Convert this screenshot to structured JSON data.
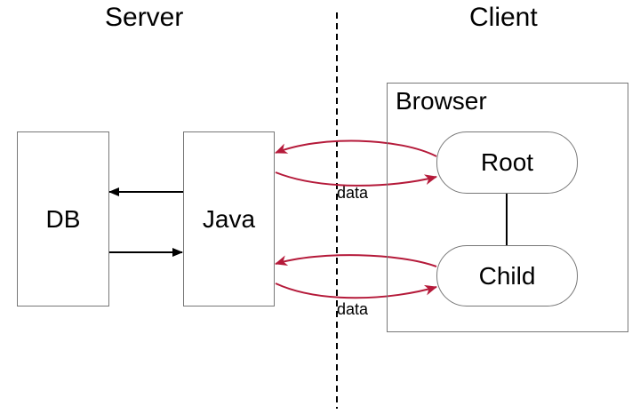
{
  "sections": {
    "server": "Server",
    "client": "Client"
  },
  "nodes": {
    "db": "DB",
    "java": "Java",
    "browser": "Browser",
    "root": "Root",
    "child": "Child"
  },
  "edges": {
    "root_data": "data",
    "child_data": "data"
  },
  "colors": {
    "arrow_red": "#b51a3a",
    "arrow_black": "#000000",
    "border": "#777777"
  }
}
